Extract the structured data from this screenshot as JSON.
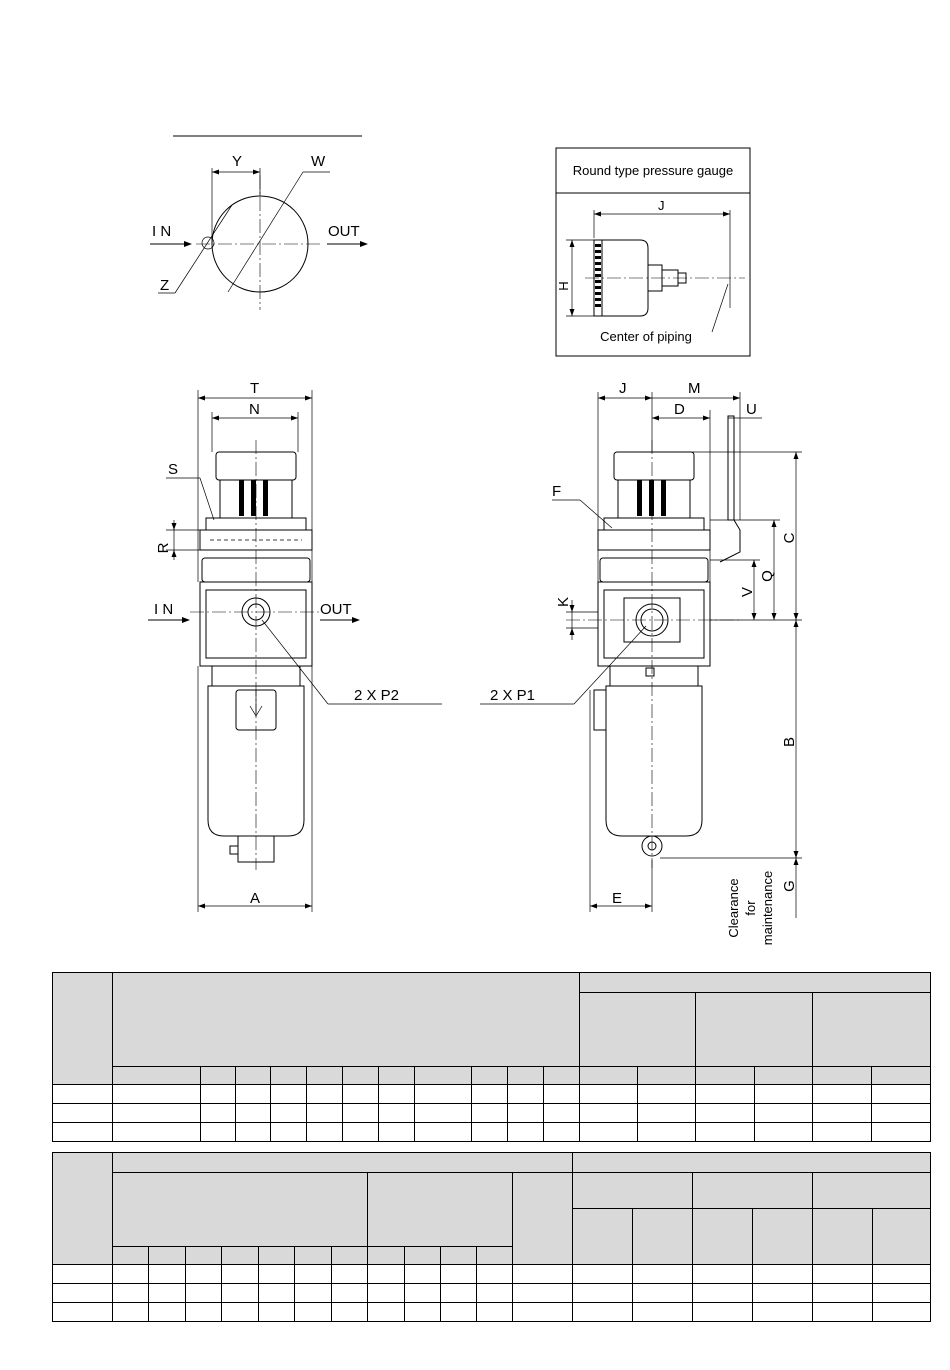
{
  "drawing": {
    "symbol": {
      "Y": "Y",
      "W": "W",
      "Z": "Z",
      "IN": "I N",
      "OUT": "OUT"
    },
    "gauge_box": {
      "title": "Round type pressure gauge",
      "J": "J",
      "H": "H",
      "note": "Center of piping"
    },
    "front": {
      "T": "T",
      "N": "N",
      "S": "S",
      "R": "R",
      "IN": "I N",
      "OUT": "OUT",
      "port": "2 X P2",
      "A": "A"
    },
    "side": {
      "J": "J",
      "M": "M",
      "D": "D",
      "U": "U",
      "F": "F",
      "K": "K",
      "V": "V",
      "Q": "Q",
      "C": "C",
      "B": "B",
      "G": "G",
      "E": "E",
      "port": "2 X P1",
      "clearance": [
        "Clearance",
        "for",
        "maintenance"
      ]
    }
  }
}
